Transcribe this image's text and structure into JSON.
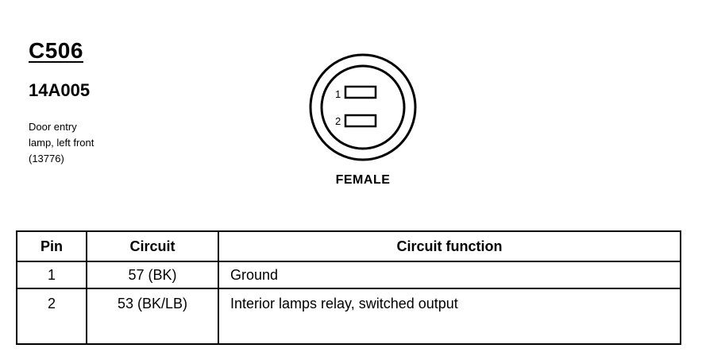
{
  "connector": {
    "id": "C506",
    "part_number": "14A005",
    "description_lines": [
      "Door entry",
      "lamp, left front",
      "(13776)"
    ],
    "gender": "FEMALE",
    "pin_labels": [
      "1",
      "2"
    ]
  },
  "table": {
    "headers": [
      "Pin",
      "Circuit",
      "Circuit function"
    ],
    "rows": [
      {
        "pin": "1",
        "circuit": "57 (BK)",
        "function": "Ground"
      },
      {
        "pin": "2",
        "circuit": "53 (BK/LB)",
        "function": "Interior lamps relay, switched output"
      }
    ]
  }
}
